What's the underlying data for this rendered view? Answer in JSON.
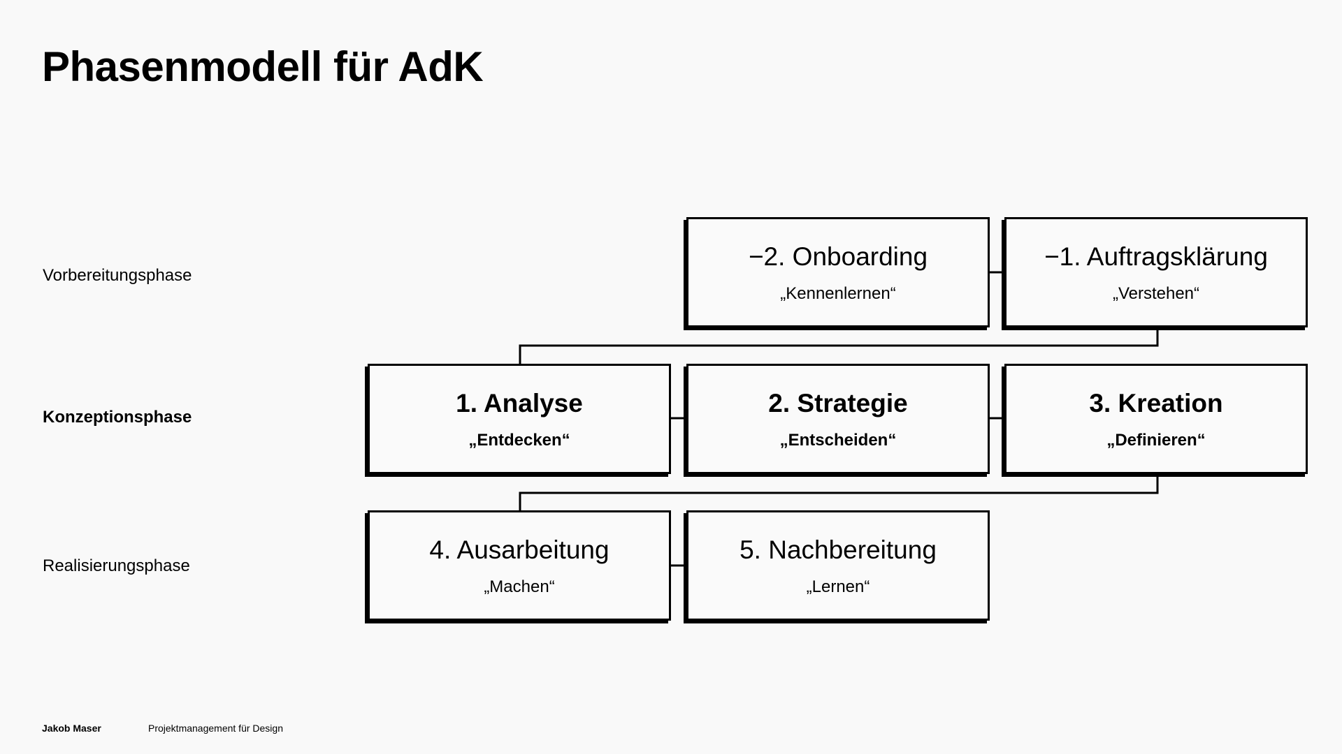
{
  "title": "Phasenmodell für AdK",
  "rows": [
    {
      "label": "Vorbereitungsphase"
    },
    {
      "label": "Konzeptionsphase"
    },
    {
      "label": "Realisierungsphase"
    }
  ],
  "phases": [
    {
      "title": "−2. Onboarding",
      "subtitle": "„Kennenlernen“"
    },
    {
      "title": "−1. Auftragsklärung",
      "subtitle": "„Verstehen“"
    },
    {
      "title": "1. Analyse",
      "subtitle": "„Entdecken“"
    },
    {
      "title": "2. Strategie",
      "subtitle": "„Entscheiden“"
    },
    {
      "title": "3. Kreation",
      "subtitle": "„Definieren“"
    },
    {
      "title": "4. Ausarbeitung",
      "subtitle": "„Machen“"
    },
    {
      "title": "5. Nachbereitung",
      "subtitle": "„Lernen“"
    }
  ],
  "footer": {
    "author": "Jakob Maser",
    "course": "Projektmanagement für Design"
  }
}
